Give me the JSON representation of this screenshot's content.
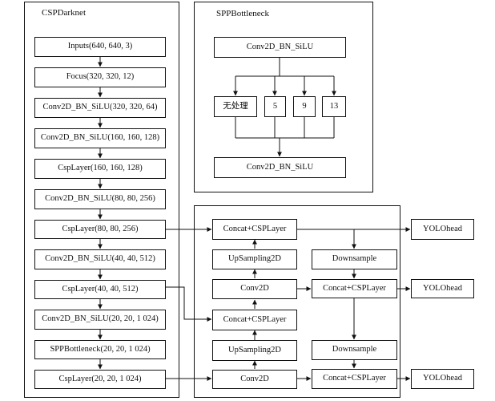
{
  "csp_darknet": {
    "title": "CSPDarknet",
    "blocks": [
      "Inputs(640, 640, 3)",
      "Focus(320, 320, 12)",
      "Conv2D_BN_SiLU(320, 320, 64)",
      "Conv2D_BN_SiLU(160, 160, 128)",
      "CspLayer(160, 160, 128)",
      "Conv2D_BN_SiLU(80, 80, 256)",
      "CspLayer(80, 80, 256)",
      "Conv2D_BN_SiLU(40, 40, 512)",
      "CspLayer(40, 40, 512)",
      "Conv2D_BN_SiLU(20, 20, 1 024)",
      "SPPBottleneck(20, 20, 1 024)",
      "CspLayer(20, 20, 1 024)"
    ]
  },
  "spp_bottleneck": {
    "title": "SPPBottleneck",
    "top_block": "Conv2D_BN_SiLU",
    "branches": [
      "无处理",
      "5",
      "9",
      "13"
    ],
    "bottom_block": "Conv2D_BN_SiLU"
  },
  "neck": {
    "concat_top": "Concat+CSPLayer",
    "upsampling_1": "UpSampling2D",
    "conv_mid": "Conv2D",
    "concat_mid": "Concat+CSPLayer",
    "upsampling_2": "UpSampling2D",
    "conv_bottom": "Conv2D",
    "downsample_1": "Downsample",
    "concat_right_1": "Concat+CSPLayer",
    "downsample_2": "Downsample",
    "concat_right_2": "Concat+CSPLayer"
  },
  "heads": [
    "YOLOhead",
    "YOLOhead",
    "YOLOhead"
  ]
}
